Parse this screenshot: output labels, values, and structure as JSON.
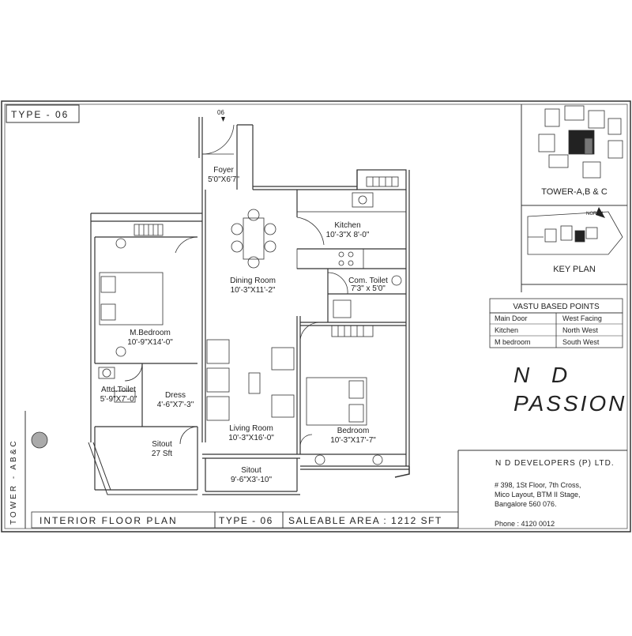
{
  "plan": {
    "type_badge": "TYPE - 06",
    "entry_marker": "06",
    "tower_side": "TOWER - AB&C"
  },
  "rooms": [
    {
      "id": "foyer",
      "name": "Foyer",
      "size": "5'0\"X6'7\""
    },
    {
      "id": "kitchen",
      "name": "Kitchen",
      "size": "10'-3\"X 8'-0\""
    },
    {
      "id": "dining",
      "name": "Dining Room",
      "size": "10'-3\"X11'-2\""
    },
    {
      "id": "com-toilet",
      "name": "Com. Toilet",
      "size": "7'3\" x 5'0\""
    },
    {
      "id": "m-bedroom",
      "name": "M.Bedroom",
      "size": "10'-9\"X14'-0\""
    },
    {
      "id": "attd-toilet",
      "name": "Attd.Toilet",
      "size": "5'-9\"X7'-0\""
    },
    {
      "id": "dress",
      "name": "Dress",
      "size": "4'-6\"X7'-3\""
    },
    {
      "id": "sitout-small",
      "name": "Sitout",
      "size": "27 Sft"
    },
    {
      "id": "living",
      "name": "Living Room",
      "size": "10'-3\"X16'-0\""
    },
    {
      "id": "bedroom",
      "name": "Bedroom",
      "size": "10'-3\"X17'-7\""
    },
    {
      "id": "sitout",
      "name": "Sitout",
      "size": "9'-6\"X3'-10\""
    }
  ],
  "key_plan": {
    "tower_label": "TOWER-A,B & C",
    "north_label": "NORTH",
    "key_plan_label": "KEY PLAN"
  },
  "vastu": {
    "title": "VASTU BASED POINTS",
    "rows": [
      {
        "item": "Main Door",
        "value": "West Facing"
      },
      {
        "item": "Kitchen",
        "value": "North West"
      },
      {
        "item": "M bedroom",
        "value": "South West"
      }
    ]
  },
  "brand": {
    "line1": "N D",
    "line2": "PASSION"
  },
  "developer": {
    "name": "N D DEVELOPERS (P) LTD.",
    "address_line1": "# 398, 1St Floor, 7th Cross,",
    "address_line2": "Mico Layout, BTM II Stage,",
    "address_line3": "Bangalore 560 076.",
    "phone": "Phone : 4120 0012"
  },
  "footer": {
    "title": "INTERIOR FLOOR PLAN",
    "type": "TYPE - 06",
    "area": "SALEABLE AREA : 1212 SFT"
  }
}
